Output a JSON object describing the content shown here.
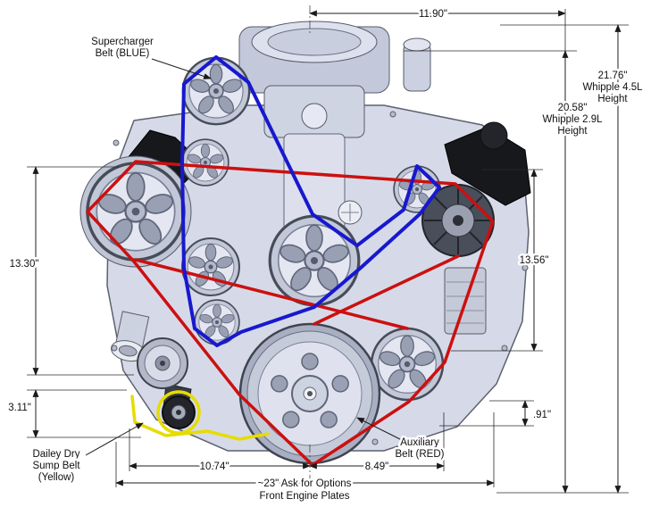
{
  "diagram": {
    "type": "engine-front-dimension-diagram",
    "belt_colors": {
      "blue": "#1818cf",
      "red": "#cc1010",
      "yellow": "#e6dc00"
    },
    "labels": {
      "supercharger_belt": {
        "line1": "Supercharger",
        "line2": "Belt (BLUE)"
      },
      "dailey_belt": {
        "line1": "Dailey Dry",
        "line2": "Sump Belt",
        "line3": "(Yellow)"
      },
      "auxiliary_belt": {
        "line1": "Auxiliary",
        "line2": "Belt (RED)"
      }
    },
    "dimensions": {
      "top_width": "11.90\"",
      "whipple_45": {
        "value": "21.76\"",
        "line2": "Whipple 4.5L",
        "line3": "Height"
      },
      "whipple_29": {
        "value": "20.58\"",
        "line2": "Whipple 2.9L",
        "line3": "Height"
      },
      "right_mid_height": "13.56\"",
      "left_height": "13.30\"",
      "left_lower_height": "3.11\"",
      "right_lower_height": ".91\"",
      "bottom_left_width": "10.74\"",
      "bottom_right_width": "8.49\"",
      "overall_note": {
        "line1": "~23\" Ask for Options",
        "line2": "Front Engine Plates"
      }
    }
  }
}
